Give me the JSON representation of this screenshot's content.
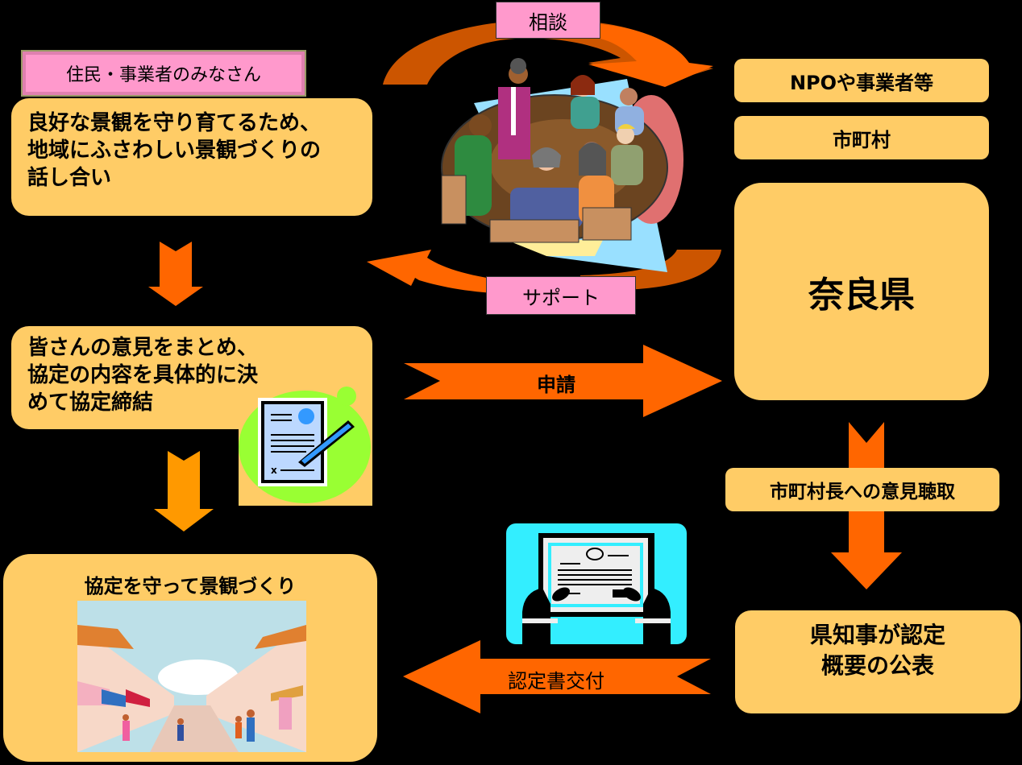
{
  "colors": {
    "background": "#000000",
    "box_fill": "#FFCC66",
    "label_fill": "#FF99CC",
    "arrow_orange": "#FF6600",
    "arrow_dark_orange": "#CC5500",
    "arrow_light_orange": "#FF9900",
    "cyan": "#33EEFF",
    "lime": "#99FF33"
  },
  "left_column": {
    "residents_label": "住民・事業者のみなさん",
    "step1_text": "良好な景観を守り育てるため、\n地域にふさわしい景観づくりの\n話し合い",
    "step2_text": "皆さんの意見をまとめ、\n協定の内容を具体的に決\nめて協定締結",
    "step3_title": "協定を守って景観づくり"
  },
  "center": {
    "consult_label": "相談",
    "support_label": "サポート",
    "apply_label": "申請",
    "certificate_label": "認定書交付"
  },
  "right_column": {
    "npo_label": "NPOや事業者等",
    "municipality_label": "市町村",
    "prefecture_label": "奈良県",
    "hearing_label": "市町村長への意見聴取",
    "approval_text": "県知事が認定\n概要の公表"
  },
  "images": {
    "meeting": "meeting-illustration",
    "signing": "document-signing-illustration",
    "certificate": "certificate-illustration",
    "street": "street-scene-illustration"
  }
}
